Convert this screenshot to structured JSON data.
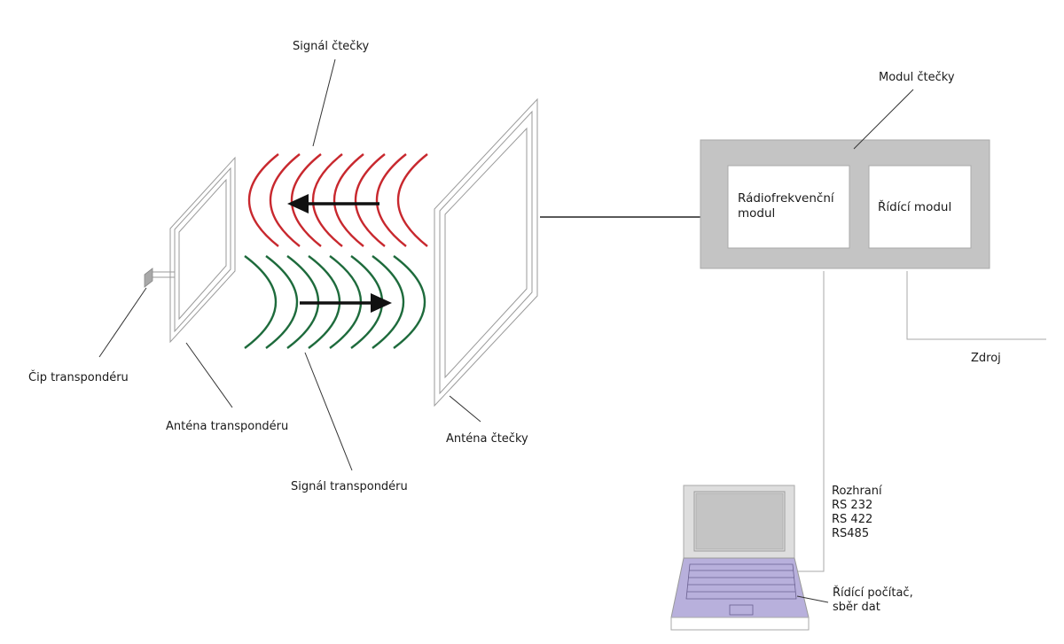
{
  "title": "RFID system diagram",
  "colors": {
    "reader_signal": "#c8282e",
    "transponder_signal": "#1e6b3c",
    "module_frame": "#c0c0c0",
    "laptop_base": "#b8b0dc",
    "laptop_screen": "#c4c4c4",
    "laptop_lid": "#dedede",
    "arrow": "#111111"
  },
  "labels": {
    "reader_signal": "Signál čtečky",
    "transponder_signal": "Signál transpondéru",
    "transponder_chip": "Čip transpondéru",
    "transponder_antenna": "Anténa transpondéru",
    "reader_antenna": "Anténa čtečky",
    "reader_module": "Modul čtečky",
    "rf_module": "Rádiofrekvenční\nmodul",
    "control_module": "Řídící modul",
    "power_source": "Zdroj",
    "interface": "Rozhraní\nRS 232\nRS 422\nRS485",
    "control_computer": "Řídící počítač,\nsběr dat"
  },
  "signals": {
    "reader_direction": "left",
    "transponder_direction": "right",
    "reader_wave_count": 8,
    "transponder_wave_count": 8
  }
}
